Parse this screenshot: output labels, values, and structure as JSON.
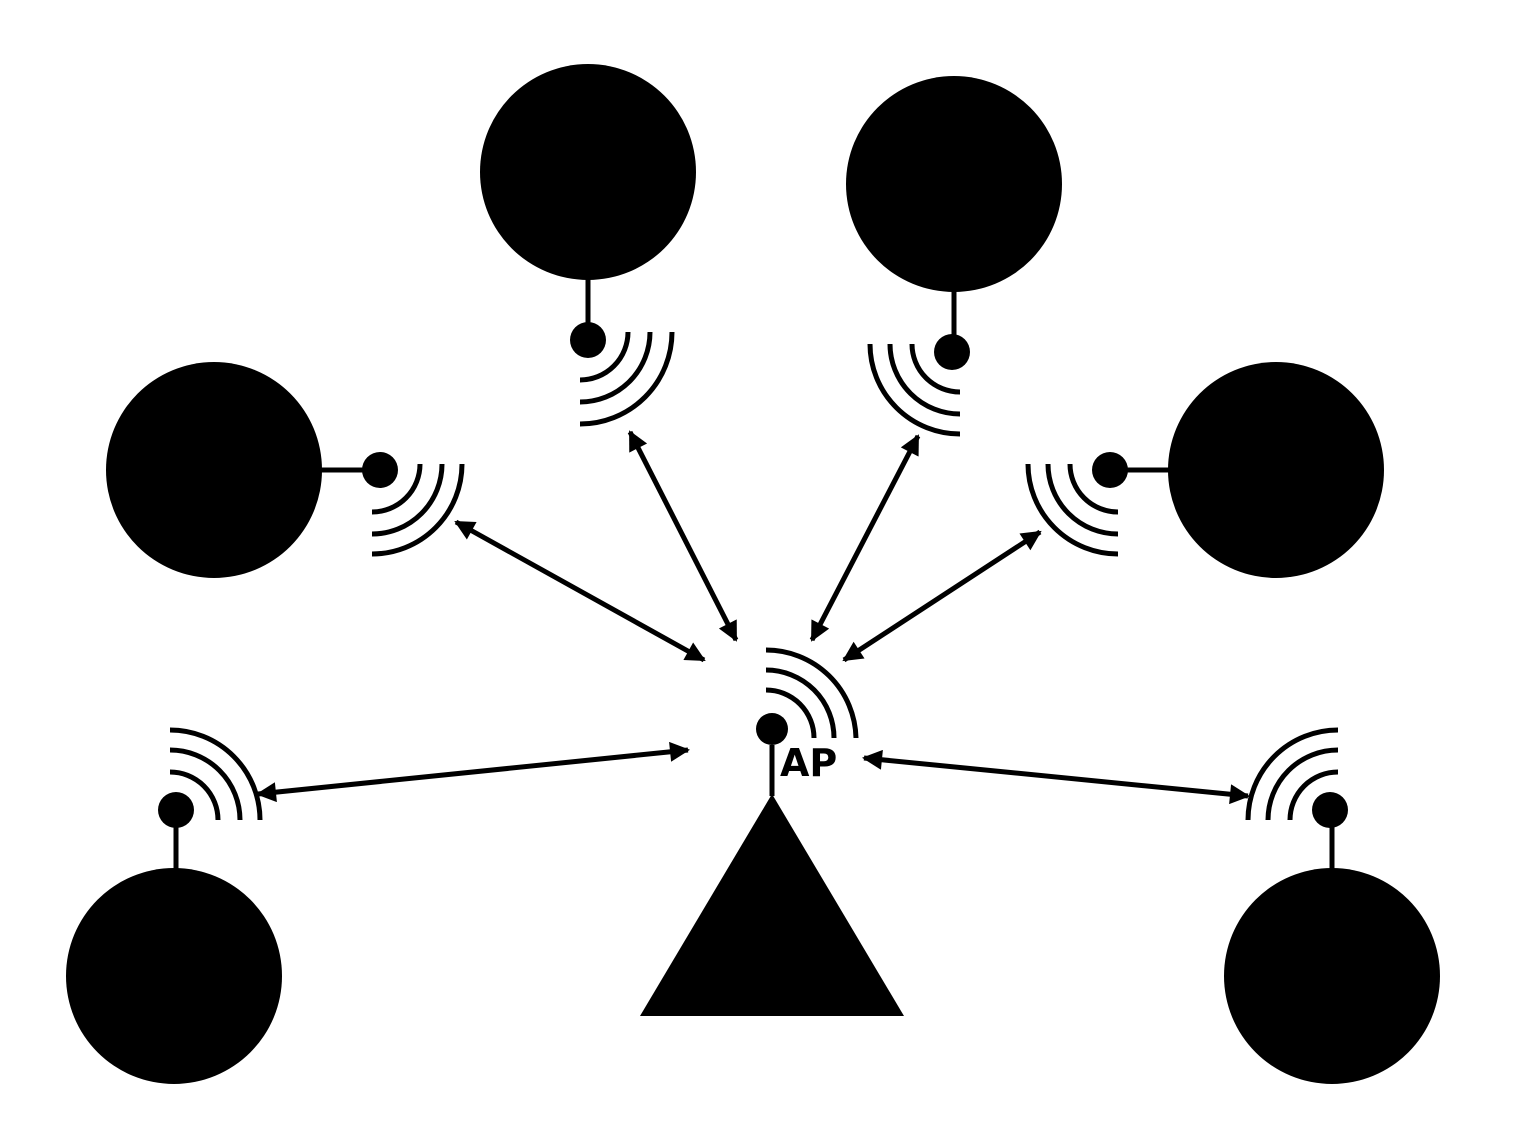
{
  "ap": {
    "label": "AP"
  },
  "diagram": {
    "node_count": 7,
    "station_count": 6,
    "link_count": 6,
    "fill_color": "#000000",
    "background_color": "#ffffff"
  }
}
